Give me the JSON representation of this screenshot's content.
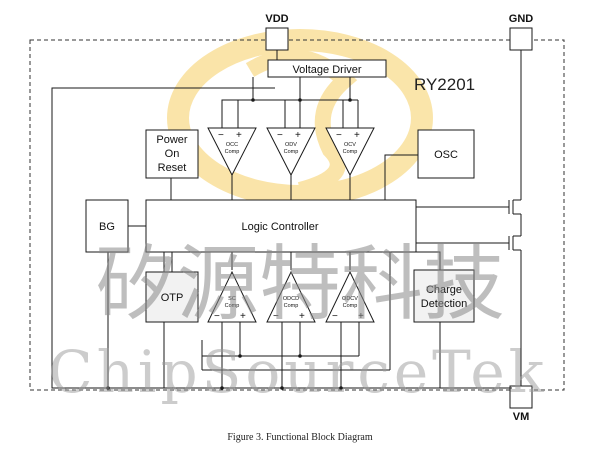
{
  "diagram": {
    "pins": {
      "vdd": "VDD",
      "gnd": "GND",
      "vm": "VM"
    },
    "model": "RY2201",
    "blocks": {
      "voltage_driver": "Voltage Driver",
      "power_on_reset": [
        "Power",
        "On",
        "Reset"
      ],
      "osc": "OSC",
      "bg": "BG",
      "logic_controller": "Logic Controller",
      "otp": "OTP",
      "charge_detection": [
        "Charge",
        "Detection"
      ]
    },
    "comparators_top": [
      {
        "label": [
          "OCC",
          "Comp"
        ]
      },
      {
        "label": [
          "ODV",
          "Comp"
        ]
      },
      {
        "label": [
          "OCV",
          "Comp"
        ]
      }
    ],
    "comparators_bottom": [
      {
        "label": [
          "SC",
          "Comp"
        ]
      },
      {
        "label": [
          "ODCD",
          "Comp"
        ]
      },
      {
        "label": [
          "ODCV",
          "Comp"
        ]
      }
    ],
    "signs": {
      "minus": "−",
      "plus": "+"
    },
    "watermark": {
      "chinese": "矽源特科技",
      "english": "ChipSourceTek"
    },
    "caption": "Figure 3. Functional Block Diagram",
    "colors": {
      "logo": "#f5c542",
      "line": "#1a1a1a",
      "watermark": "#8a8a8a"
    }
  }
}
